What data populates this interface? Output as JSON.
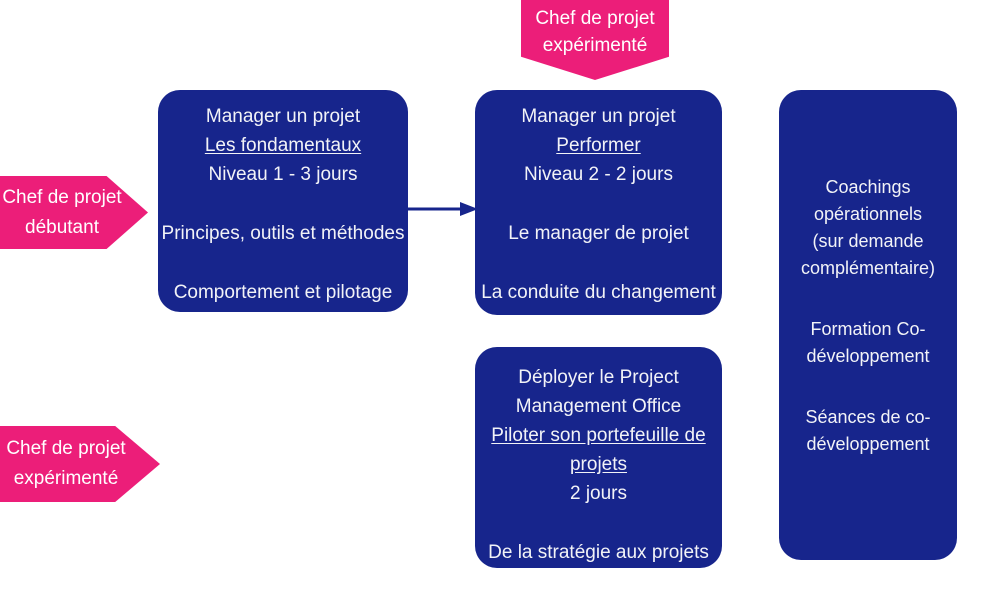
{
  "colors": {
    "pink": "#EC1E79",
    "blue": "#17258C",
    "text_on_blue": "#F2F3F7",
    "text_on_pink": "#FFFFFF",
    "background": "#FFFFFF"
  },
  "banners": {
    "top": {
      "label": "Chef de projet\nexpérimenté",
      "shape": "pentagon-down"
    }
  },
  "entry_arrows": [
    {
      "id": "beginner",
      "label": "Chef de projet\ndébutant",
      "shape": "arrow-right"
    },
    {
      "id": "experienced",
      "label": "Chef de projet\nexpérimenté",
      "shape": "arrow-right"
    }
  ],
  "cards": [
    {
      "id": "fundamentals",
      "title_line1": "Manager un projet",
      "title_line2": "Les fondamentaux",
      "title_line2_underlined": true,
      "level": "Niveau 1 - 3 jours",
      "modules": [
        "Principes, outils et méthodes",
        "Comportement et pilotage"
      ]
    },
    {
      "id": "performer",
      "title_line1": "Manager un projet",
      "title_line2": "Performer ",
      "title_line2_underlined": true,
      "level": "Niveau 2 - 2 jours",
      "modules": [
        "Le manager de projet",
        "La conduite du changement"
      ]
    },
    {
      "id": "pmo",
      "title_line1": "Déployer le Project",
      "title_line2": "Management Office",
      "subtitle": "Piloter son portefeuille de\nprojets",
      "subtitle_underlined": true,
      "level": "2 jours",
      "modules": [
        "De la stratégie aux projets"
      ]
    },
    {
      "id": "services",
      "blocks": [
        "Coachings\nopérationnels\n(sur demande\ncomplémentaire)",
        "Formation Co-\ndéveloppement",
        "Séances de co-\ndéveloppement"
      ]
    }
  ],
  "connectors": [
    {
      "id": "fundamentals-to-performer",
      "from": "fundamentals",
      "to": "performer",
      "style": "solid-arrow",
      "color": "#17258C"
    }
  ]
}
